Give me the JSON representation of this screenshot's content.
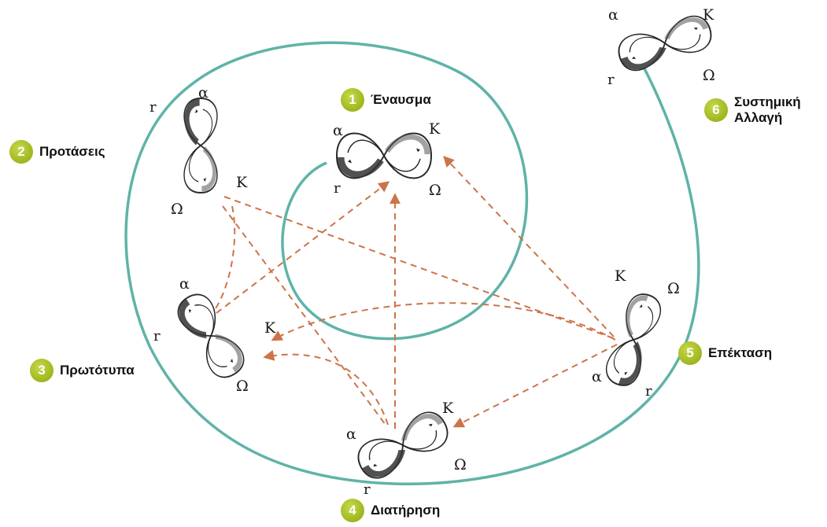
{
  "colors": {
    "cycle": "#5fb3a8",
    "arrow": "#cc7449",
    "badge": "#a8bd27",
    "loop_dark": "#3a3a3a"
  },
  "loop_glyphs": {
    "alpha": "α",
    "kappa": "K",
    "omega": "Ω",
    "r": "r"
  },
  "stages": [
    {
      "number": "1",
      "name": "Έναυσμα"
    },
    {
      "number": "2",
      "name": "Προτάσεις"
    },
    {
      "number": "3",
      "name": "Πρωτότυπα"
    },
    {
      "number": "4",
      "name": "Διατήρηση"
    },
    {
      "number": "5",
      "name": "Επέκταση"
    },
    {
      "number": "6",
      "name_line1": "Συστημική",
      "name_line2": "Αλλαγή"
    }
  ]
}
